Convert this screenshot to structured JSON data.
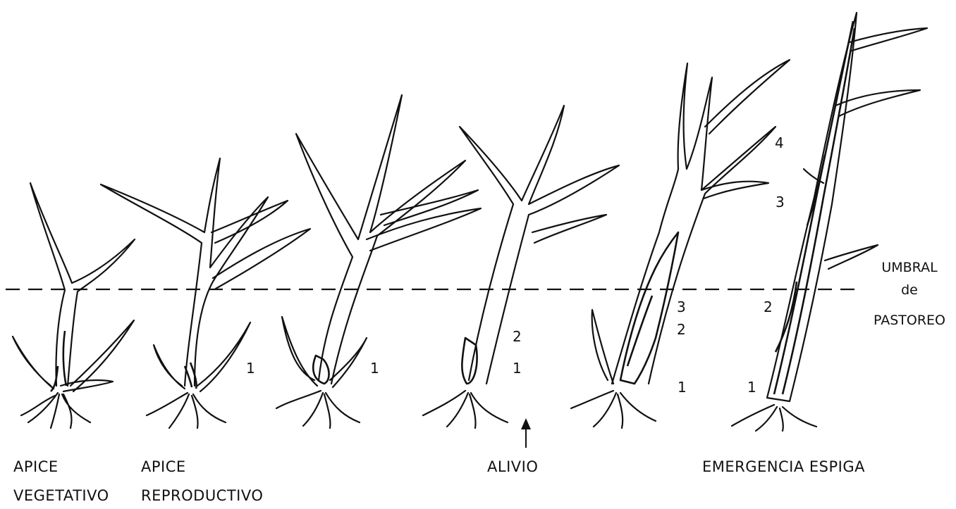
{
  "threshold": {
    "line1": "UMBRAL",
    "line2": "de",
    "line3": "PASTOREO"
  },
  "stages": [
    {
      "caption1": "APICE",
      "caption2": "VEGETATIVO",
      "numbers": []
    },
    {
      "caption1": "APICE",
      "caption2": "REPRODUCTIVO",
      "numbers": [
        "1"
      ]
    },
    {
      "caption1": "",
      "caption2": "",
      "numbers": [
        "1"
      ]
    },
    {
      "caption1": "ALIVIO",
      "caption2": "",
      "numbers": [
        "2",
        "1"
      ]
    },
    {
      "caption1": "",
      "caption2": "",
      "numbers": [
        "3",
        "3",
        "2",
        "1"
      ]
    },
    {
      "caption1": "EMERGENCIA ESPIGA",
      "caption2": "",
      "numbers": [
        "4",
        "2",
        "1"
      ]
    }
  ],
  "icons": {
    "arrow": "up-arrow-icon"
  }
}
